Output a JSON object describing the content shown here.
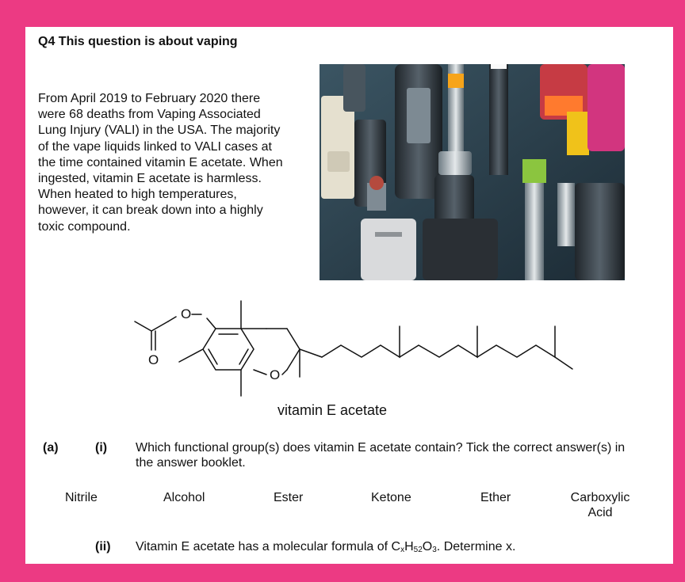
{
  "title": "Q4 This question is about vaping",
  "intro": "From April 2019 to February 2020 there were 68 deaths from Vaping Associated Lung Injury (VALI) in the USA. The majority of the vape liquids linked to VALI cases at the time contained vitamin E acetate. When ingested, vitamin E acetate is harmless. When heated to high temperatures, however, it can break down into a highly toxic compound.",
  "molecule": {
    "caption": "vitamin E acetate",
    "atom_o": "O"
  },
  "question_a": {
    "part_label": "(a)",
    "i": {
      "label": "(i)",
      "text": "Which functional group(s) does vitamin E acetate contain? Tick the correct answer(s) in the answer booklet.",
      "options": [
        "Nitrile",
        "Alcohol",
        "Ester",
        "Ketone",
        "Ether",
        "Carboxylic Acid"
      ]
    },
    "ii": {
      "label": "(ii)",
      "text_prefix": "Vitamin E acetate has a molecular formula of C",
      "sub_x": "x",
      "h": "H",
      "sub_h": "52",
      "o": "O",
      "sub_o": "3",
      "text_suffix": ". Determine x."
    }
  },
  "colors": {
    "frame": "#ec3a83",
    "paper": "#ffffff"
  }
}
